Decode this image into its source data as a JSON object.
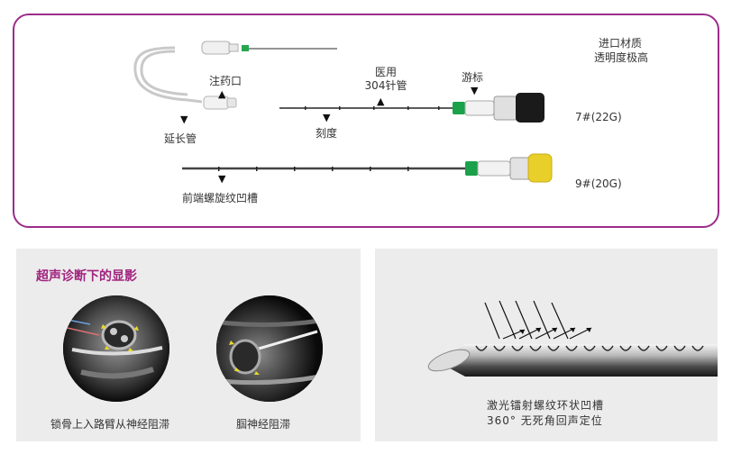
{
  "product": {
    "material_line1": "进口材质",
    "material_line2": "透明度极高",
    "label_injection_port": "注药口",
    "label_extension_tube": "延长管",
    "label_needle_line1": "医用",
    "label_needle_line2": "304针管",
    "label_scale": "刻度",
    "label_cursor": "游标",
    "label_spiral_groove": "前端螺旋纹凹槽",
    "size_22g": "7#(22G)",
    "size_20g": "9#(20G)"
  },
  "ultrasound": {
    "title": "超声诊断下的显影",
    "caption_left": "锁骨上入路臂从神经阻滞",
    "caption_right": "腘神经阻滞"
  },
  "laser": {
    "line1": "激光镭射螺纹环状凹槽",
    "line2": "360° 无死角回声定位"
  },
  "colors": {
    "border": "#9b2d8a",
    "title": "#a1237f",
    "panel_bg": "#ececec",
    "hub_green": "#1aa14a",
    "cap_black": "#1a1a1a",
    "cap_yellow": "#e9cf2a"
  }
}
